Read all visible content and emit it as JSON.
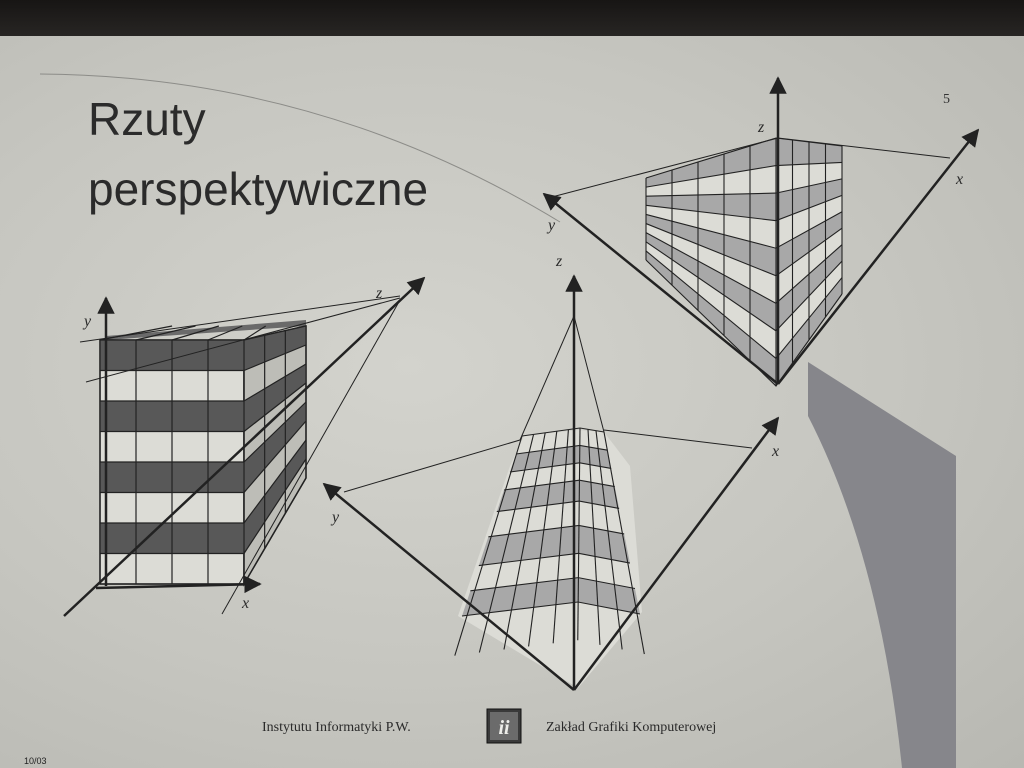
{
  "slide": {
    "title_line1": "Rzuty",
    "title_line2": "perspektywiczne",
    "page_number": "5",
    "footer_left": "Instytutu Informatyki P.W.",
    "footer_right": "Zakład Grafiki Komputerowej",
    "slide_code": "10/03",
    "logo_text": "ii"
  },
  "figures": {
    "left": {
      "x_label": "x",
      "y_label": "y",
      "z_label": "z"
    },
    "middle": {
      "x_label": "x",
      "y_label": "y",
      "z_label": "z"
    },
    "right": {
      "x_label": "x",
      "y_label": "y",
      "z_label": "z"
    }
  },
  "colors": {
    "slide_bg": "#cbcbc5",
    "dark_band": "#585858",
    "light_band": "#a8a8a8",
    "wall": "#d8d8d2",
    "shadow": "#8a8a8e",
    "line": "#222222"
  }
}
